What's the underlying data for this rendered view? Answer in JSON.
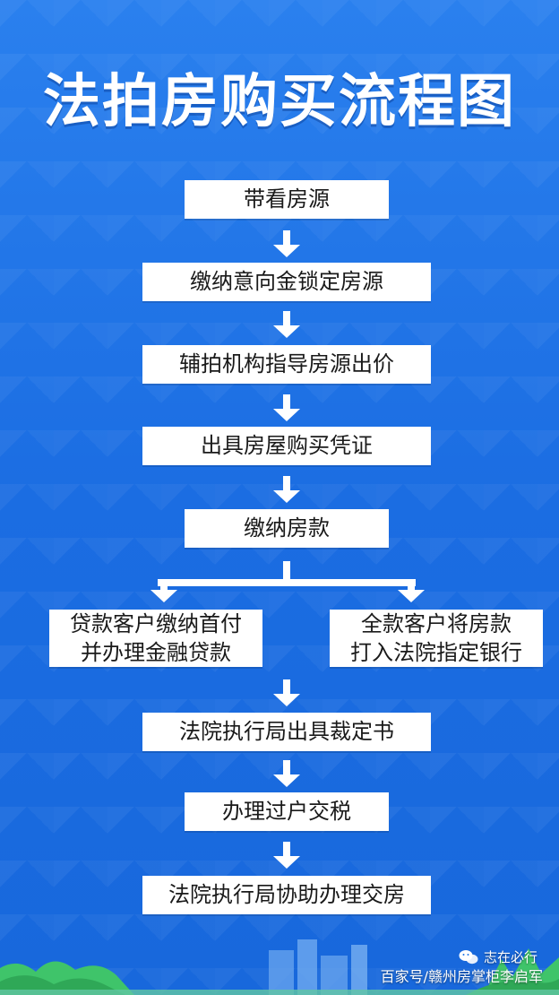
{
  "title": "法拍房购买流程图",
  "steps": [
    "带看房源",
    "缴纳意向金锁定房源",
    "辅拍机构指导房源出价",
    "出具房屋购买凭证",
    "缴纳房款"
  ],
  "branches": {
    "left": [
      "贷款客户缴纳首付",
      "并办理金融贷款"
    ],
    "right": [
      "全款客户将房款",
      "打入法院指定银行"
    ]
  },
  "after_steps": [
    "法院执行局出具裁定书",
    "办理过户交税",
    "法院执行局协助办理交房"
  ],
  "footer": {
    "brand": "志在必行",
    "source": "百家号/赣州房掌柜李启军"
  },
  "colors": {
    "background": "#1f73e6",
    "box": "#ffffff",
    "text": "#1a1a1a"
  }
}
